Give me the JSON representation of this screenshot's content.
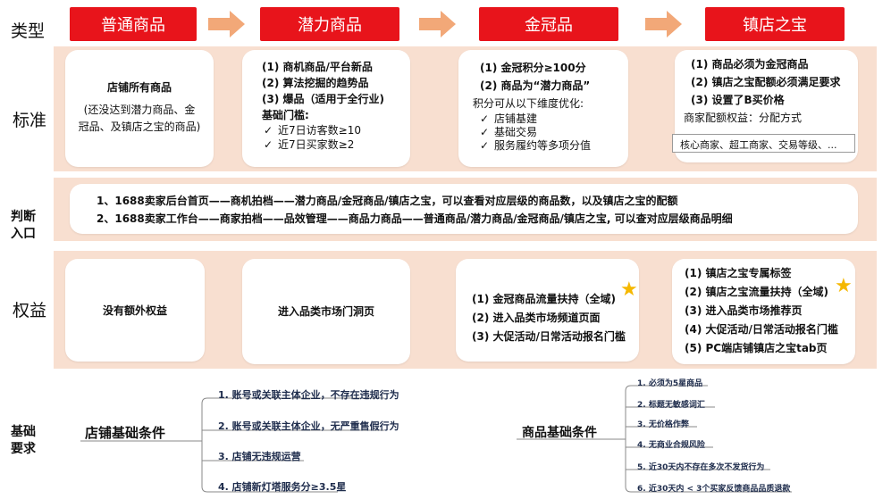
{
  "labels": {
    "type": "类型",
    "standard": "标准",
    "entry_line1": "判断",
    "entry_line2": "入口",
    "benefits": "权益",
    "basic_line1": "基础",
    "basic_line2": "要求"
  },
  "types": [
    "普通商品",
    "潜力商品",
    "金冠品",
    "镇店之宝"
  ],
  "standard": {
    "card1": {
      "title": "店铺所有商品",
      "note1": "(还没达到潜力商品、金",
      "note2": "冠品、及镇店之宝的商品)"
    },
    "card2": {
      "l1": "(1)  商机商品/平台新品",
      "l2": "(2)  算法挖掘的趋势品",
      "l3": "(3)  爆品（适用于全行业)",
      "l4": "基础门槛:",
      "c1": "近7日访客数≥10",
      "c2": "近7日买家数≥2"
    },
    "card3": {
      "l1": "(1)  金冠积分≥100分",
      "l2": "(2)  商品为“潜力商品”",
      "l3": "积分可从以下维度优化:",
      "c1": "店铺基建",
      "c2": "基础交易",
      "c3": "服务履约等多项分值"
    },
    "card4": {
      "l1": "(1)  商品必须为金冠商品",
      "l2": "(2)  镇店之宝配额必须满足要求",
      "l3": "(3)  设置了B买价格",
      "l4": "商家配额权益：分配方式",
      "tag": "核心商家、超工商家、交易等级、..."
    },
    "check_glyph": "✓"
  },
  "entry": {
    "l1": "1、1688卖家后台首页——商机拍档——潜力商品/金冠商品/镇店之宝，可以查看对应层级的商品数，以及镇店之宝的配额",
    "l2": "2、1688卖家工作台——商家拍档——品效管理——商品力商品——普通商品/潜力商品/金冠商品/镇店之宝, 可以查对应层级商品明细"
  },
  "benefits": {
    "card1": "没有额外权益",
    "card2": "进入品类市场门洞页",
    "card3": {
      "l1": "(1)  金冠商品流量扶持（全域)",
      "l2": "(2)   进入品类市场频道页面",
      "l3": "(3)  大促活动/日常活动报名门槛"
    },
    "card4": {
      "l1": "(1)  镇店之宝专属标签",
      "l2": "(2)  镇店之宝流量扶持（全域)",
      "l3": "(3)  进入品类市场推荐页",
      "l4": "(4)  大促活动/日常活动报名门槛",
      "l5": "(5)  PC端店铺镇店之宝tab页"
    },
    "star_glyph": "★"
  },
  "basic": {
    "shop_root": "店铺基础条件",
    "shop_items": [
      "1. 账号或关联主体企业，不存在违规行为",
      "2. 账号或关联主体企业，无严重售假行为",
      "3. 店铺无违规运营",
      "4. 店铺新灯塔服务分≥3.5星"
    ],
    "product_root": "商品基础条件",
    "product_items": [
      "1. 必须为5星商品",
      "2. 标题无敏感词汇",
      "3. 无价格作弊",
      "4. 无商业合规风险",
      "5. 近30天内不存在多次不发货行为",
      "6. 近30天内 < 3个买家反馈商品品质退款"
    ]
  },
  "colors": {
    "accent": "#e8141b",
    "band": "#f8dfd0",
    "arrow": "#f2a878",
    "star": "#f5b800"
  }
}
